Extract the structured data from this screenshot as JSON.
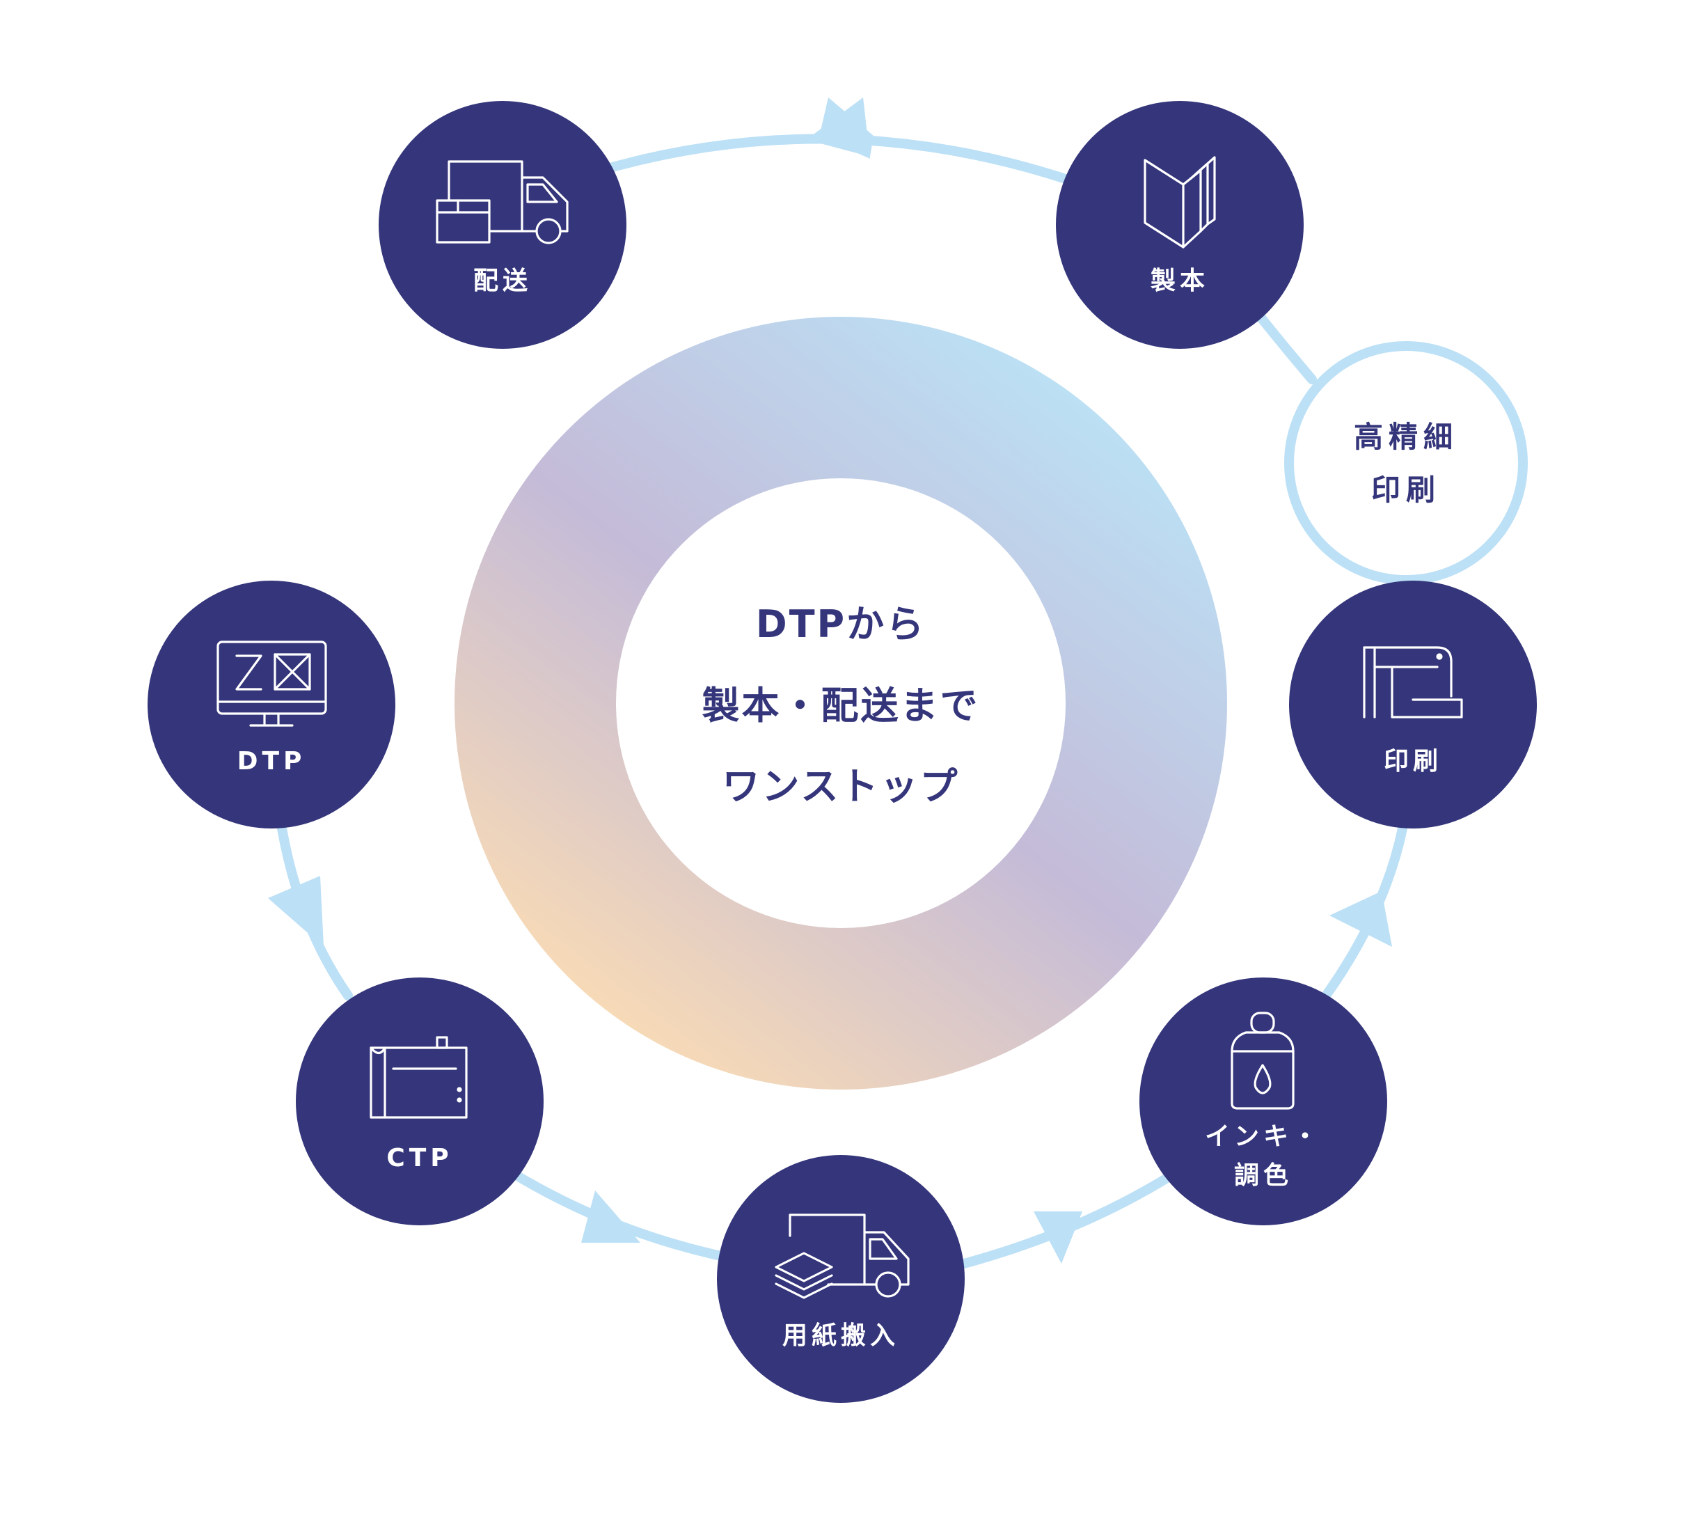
{
  "center": {
    "lines": [
      "DTPから",
      "製本・配送まで",
      "ワンストップ"
    ]
  },
  "nodes": {
    "delivery": {
      "label": "配送",
      "icon": "delivery-truck-icon"
    },
    "binding": {
      "label": "製本",
      "icon": "book-icon"
    },
    "high_definition": {
      "lines": [
        "高精細",
        "印刷"
      ]
    },
    "printing": {
      "label": "印刷",
      "icon": "printer-icon"
    },
    "ink": {
      "lines": [
        "インキ・",
        "調色"
      ],
      "icon": "ink-bottle-icon"
    },
    "paper": {
      "label": "用紙搬入",
      "icon": "paper-truck-icon"
    },
    "ctp": {
      "label": "CTP",
      "icon": "plate-setter-icon"
    },
    "dtp": {
      "label": "DTP",
      "icon": "monitor-icon"
    }
  },
  "colors": {
    "node_fill": "#34357a",
    "arrow": "#bce0f6",
    "text": "#34357a",
    "gradient": [
      "#fbdcb4",
      "#c4bbd8",
      "#bbe2f6"
    ]
  }
}
